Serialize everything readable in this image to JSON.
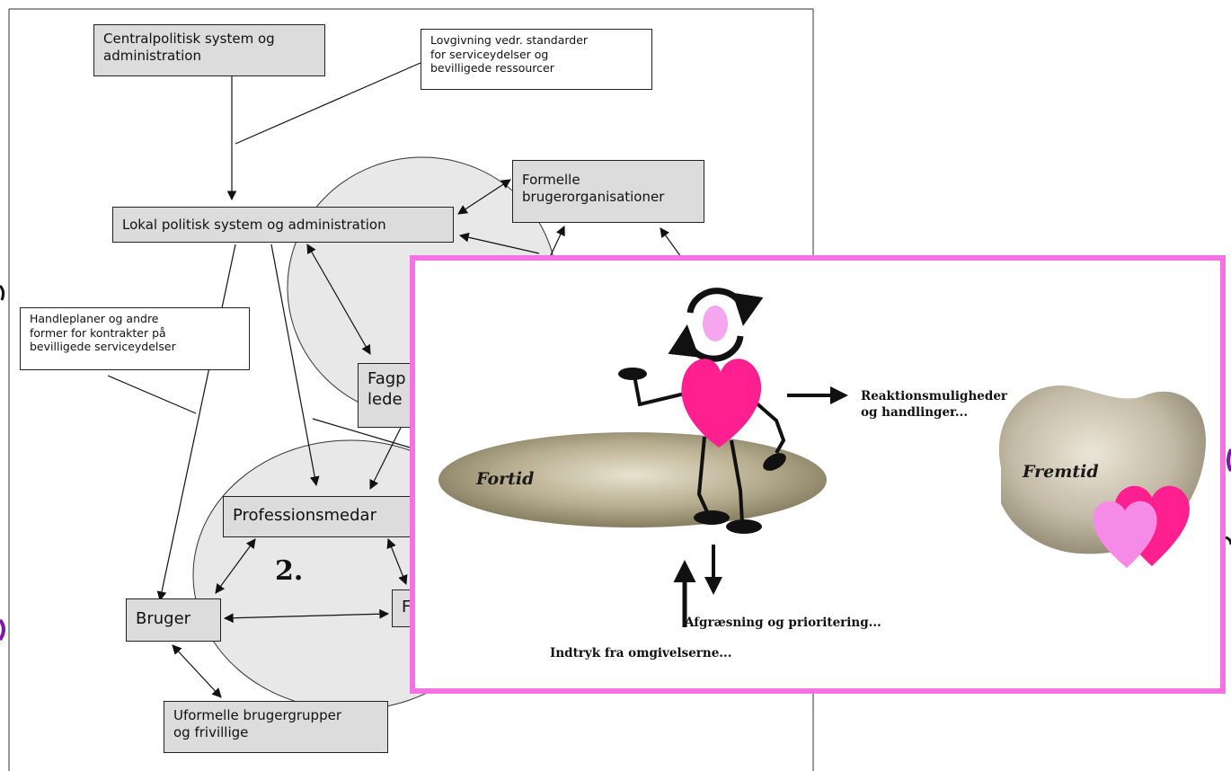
{
  "diagram": {
    "central_system": "Centralpolitisk system og\nadministration",
    "legislation_note": "Lovgivning vedr. standarder\nfor serviceydelser og\nbevilligede ressourcer",
    "formal_orgs": "Formelle\nbrugerorganisationer",
    "local_system": "Lokal politisk system og administration",
    "action_plans_note": "Handleplaner og andre\nformer for kontrakter på\nbevilligede serviceydelser",
    "fagp_partial": "Fagp\nlede",
    "professions_partial": "Professionsmedar",
    "circle_number": "2.",
    "user": "Bruger",
    "partial_box": "F",
    "informal_groups": "Uformelle brugergrupper\nog frivillige"
  },
  "overlay": {
    "reactions": "Reaktionsmuligheder\nog handlinger...",
    "past": "Fortid",
    "future": "Fremtid",
    "prioritizing": "Afgræsning og prioritering...",
    "impressions": "Indtryk fra omgivelserne..."
  },
  "colors": {
    "box_fill": "#dcdcdc",
    "circle_fill": "#e8e8e8",
    "overlay_border": "#f472e2",
    "heart_pink": "#ff1f8e",
    "heart_light": "#f58be6",
    "head_pink": "#f6a6ee",
    "ellipse": "#9a9070"
  }
}
